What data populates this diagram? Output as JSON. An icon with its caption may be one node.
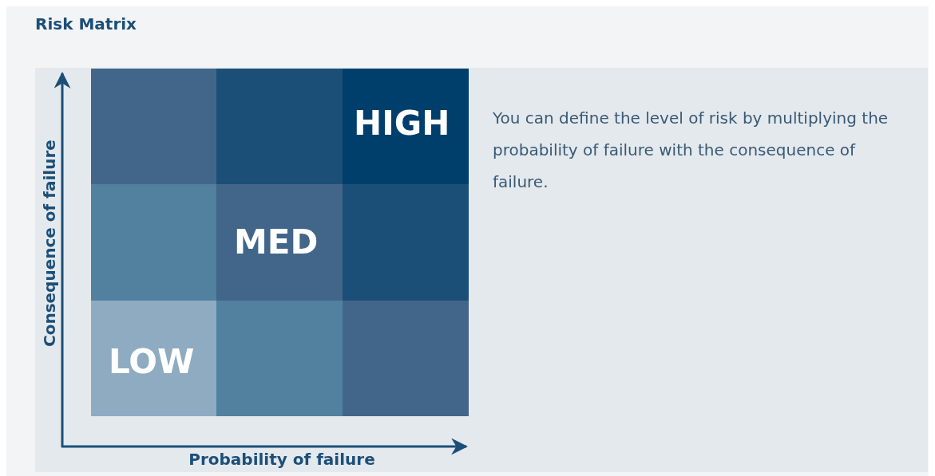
{
  "diagram": {
    "title": "Risk Matrix",
    "nodes": [
      {
        "text": [],
        "shape": "box"
      },
      {
        "text": [],
        "shape": "box"
      },
      {
        "text": [
          "HIGH"
        ]
      },
      {
        "text": [],
        "shape": "box"
      },
      {
        "text": [
          "MED"
        ]
      },
      {
        "text": [],
        "shape": "box"
      },
      {
        "text": [
          "LOW"
        ]
      },
      {
        "text": [],
        "shape": "box"
      },
      {
        "text": [],
        "shape": "box"
      }
    ],
    "edges": [],
    "labels": [
      "You can define the level of risk by multiplying the probability of failure with the consequence of failure.",
      "Consequence of failure",
      "Probability of failure"
    ]
  }
}
